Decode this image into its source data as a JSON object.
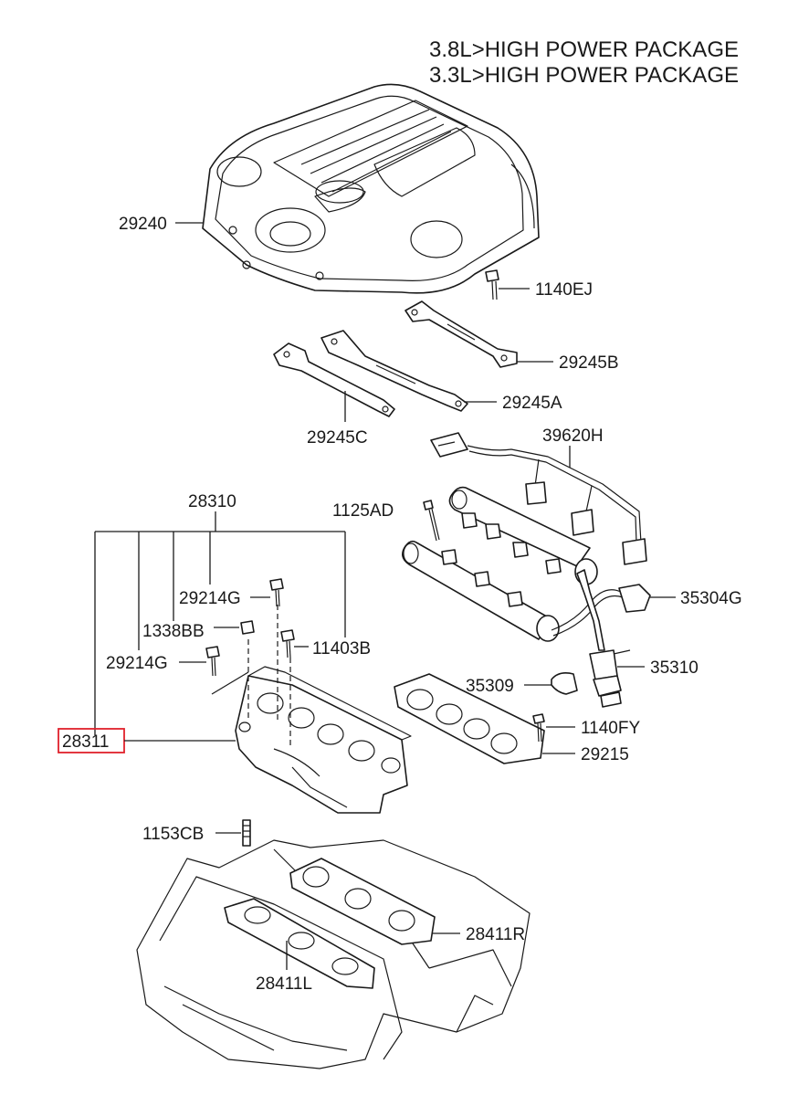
{
  "header": {
    "line1": "3.8L>HIGH POWER PACKAGE",
    "line2": "3.3L>HIGH POWER PACKAGE"
  },
  "highlight_color": "#e0212b",
  "labels": {
    "p29240": "29240",
    "p1140EJ": "1140EJ",
    "p29245B": "29245B",
    "p29245A": "29245A",
    "p29245C": "29245C",
    "p39620H": "39620H",
    "p28310": "28310",
    "p1125AD": "1125AD",
    "p29214G_top": "29214G",
    "p35304G": "35304G",
    "p1338BB": "1338BB",
    "p11403B": "11403B",
    "p29214G_bottom": "29214G",
    "p35310": "35310",
    "p35309": "35309",
    "p1140FY": "1140FY",
    "p28311": "28311",
    "p29215": "29215",
    "p1153CB": "1153CB",
    "p28411R": "28411R",
    "p28411L": "28411L"
  }
}
